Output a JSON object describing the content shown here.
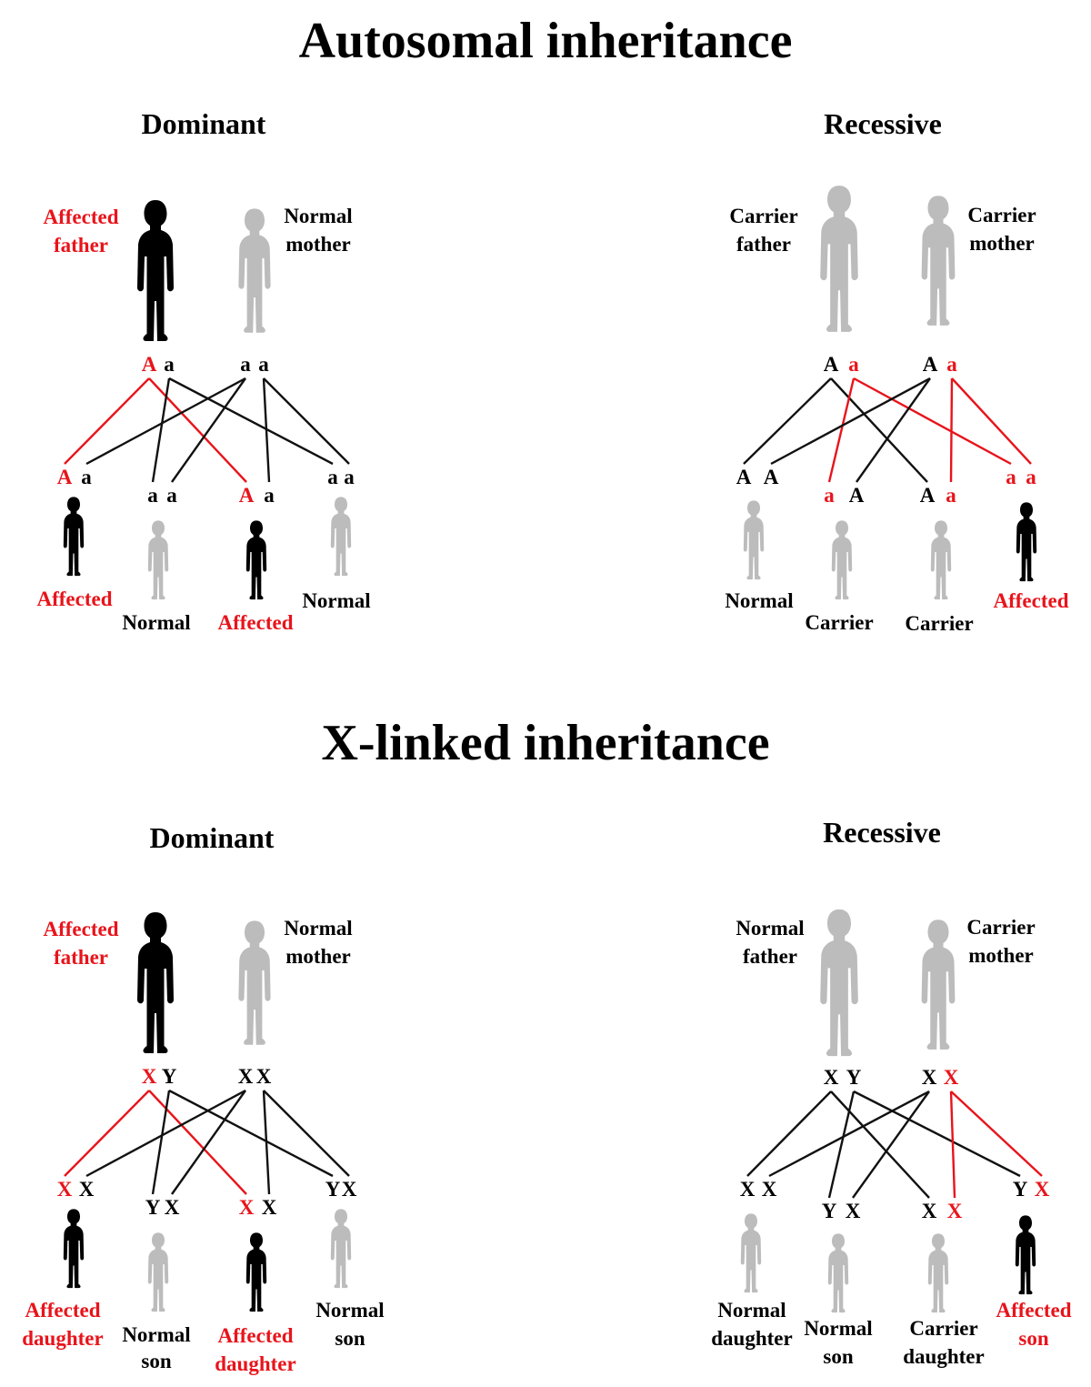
{
  "colors": {
    "affected": "#000000",
    "normal_figure": "#bcbcbc",
    "accent_red": "#e8141b",
    "text": "#000000"
  },
  "sections": [
    {
      "title": "Autosomal inheritance",
      "panels": [
        {
          "heading": "Dominant",
          "parents": [
            {
              "label": [
                "Affected",
                "father"
              ],
              "label_color": "red",
              "sex": "male",
              "affected": true,
              "alleles": [
                {
                  "text": "A",
                  "red": true
                },
                {
                  "text": "a",
                  "red": false
                }
              ]
            },
            {
              "label": [
                "Normal",
                "mother"
              ],
              "label_color": "black",
              "sex": "female",
              "affected": false,
              "alleles": [
                {
                  "text": "a",
                  "red": false
                },
                {
                  "text": "a",
                  "red": false
                }
              ]
            }
          ],
          "children": [
            {
              "alleles": [
                {
                  "text": "A",
                  "red": true
                },
                {
                  "text": "a",
                  "red": false
                }
              ],
              "affected": true,
              "label": [
                "Affected"
              ],
              "label_color": "red"
            },
            {
              "alleles": [
                {
                  "text": "a",
                  "red": false
                },
                {
                  "text": "a",
                  "red": false
                }
              ],
              "affected": false,
              "label": [
                "Normal"
              ],
              "label_color": "black"
            },
            {
              "alleles": [
                {
                  "text": "A",
                  "red": true
                },
                {
                  "text": "a",
                  "red": false
                }
              ],
              "affected": true,
              "label": [
                "Affected"
              ],
              "label_color": "red"
            },
            {
              "alleles": [
                {
                  "text": "a",
                  "red": false
                },
                {
                  "text": "a",
                  "red": false
                }
              ],
              "affected": false,
              "label": [
                "Normal"
              ],
              "label_color": "black"
            }
          ]
        },
        {
          "heading": "Recessive",
          "parents": [
            {
              "label": [
                "Carrier",
                "father"
              ],
              "label_color": "black",
              "sex": "male",
              "affected": false,
              "alleles": [
                {
                  "text": "A",
                  "red": false
                },
                {
                  "text": "a",
                  "red": true
                }
              ]
            },
            {
              "label": [
                "Carrier",
                "mother"
              ],
              "label_color": "black",
              "sex": "female",
              "affected": false,
              "alleles": [
                {
                  "text": "A",
                  "red": false
                },
                {
                  "text": "a",
                  "red": true
                }
              ]
            }
          ],
          "children": [
            {
              "alleles": [
                {
                  "text": "A",
                  "red": false
                },
                {
                  "text": "A",
                  "red": false
                }
              ],
              "affected": false,
              "label": [
                "Normal"
              ],
              "label_color": "black"
            },
            {
              "alleles": [
                {
                  "text": "a",
                  "red": true
                },
                {
                  "text": "A",
                  "red": false
                }
              ],
              "affected": false,
              "label": [
                "Carrier"
              ],
              "label_color": "black"
            },
            {
              "alleles": [
                {
                  "text": "A",
                  "red": false
                },
                {
                  "text": "a",
                  "red": true
                }
              ],
              "affected": false,
              "label": [
                "Carrier"
              ],
              "label_color": "black"
            },
            {
              "alleles": [
                {
                  "text": "a",
                  "red": true
                },
                {
                  "text": "a",
                  "red": true
                }
              ],
              "affected": true,
              "label": [
                "Affected"
              ],
              "label_color": "red"
            }
          ]
        }
      ]
    },
    {
      "title": "X-linked inheritance",
      "panels": [
        {
          "heading": "Dominant",
          "parents": [
            {
              "label": [
                "Affected",
                "father"
              ],
              "label_color": "red",
              "sex": "male",
              "affected": true,
              "alleles": [
                {
                  "text": "X",
                  "red": true
                },
                {
                  "text": "Y",
                  "red": false
                }
              ]
            },
            {
              "label": [
                "Normal",
                "mother"
              ],
              "label_color": "black",
              "sex": "female",
              "affected": false,
              "alleles": [
                {
                  "text": "X",
                  "red": false
                },
                {
                  "text": "X",
                  "red": false
                }
              ]
            }
          ],
          "children": [
            {
              "alleles": [
                {
                  "text": "X",
                  "red": true
                },
                {
                  "text": "X",
                  "red": false
                }
              ],
              "affected": true,
              "label": [
                "Affected",
                "daughter"
              ],
              "label_color": "red"
            },
            {
              "alleles": [
                {
                  "text": "Y",
                  "red": false
                },
                {
                  "text": "X",
                  "red": false
                }
              ],
              "affected": false,
              "label": [
                "Normal",
                "son"
              ],
              "label_color": "black"
            },
            {
              "alleles": [
                {
                  "text": "X",
                  "red": true
                },
                {
                  "text": "X",
                  "red": false
                }
              ],
              "affected": true,
              "label": [
                "Affected",
                "daughter"
              ],
              "label_color": "red"
            },
            {
              "alleles": [
                {
                  "text": "Y",
                  "red": false
                },
                {
                  "text": "X",
                  "red": false
                }
              ],
              "affected": false,
              "label": [
                "Normal",
                "son"
              ],
              "label_color": "black"
            }
          ]
        },
        {
          "heading": "Recessive",
          "parents": [
            {
              "label": [
                "Normal",
                "father"
              ],
              "label_color": "black",
              "sex": "male",
              "affected": false,
              "alleles": [
                {
                  "text": "X",
                  "red": false
                },
                {
                  "text": "Y",
                  "red": false
                }
              ]
            },
            {
              "label": [
                "Carrier",
                "mother"
              ],
              "label_color": "black",
              "sex": "female",
              "affected": false,
              "alleles": [
                {
                  "text": "X",
                  "red": false
                },
                {
                  "text": "X",
                  "red": true
                }
              ]
            }
          ],
          "children": [
            {
              "alleles": [
                {
                  "text": "X",
                  "red": false
                },
                {
                  "text": "X",
                  "red": false
                }
              ],
              "affected": false,
              "label": [
                "Normal",
                "daughter"
              ],
              "label_color": "black"
            },
            {
              "alleles": [
                {
                  "text": "Y",
                  "red": false
                },
                {
                  "text": "X",
                  "red": false
                }
              ],
              "affected": false,
              "label": [
                "Normal",
                "son"
              ],
              "label_color": "black"
            },
            {
              "alleles": [
                {
                  "text": "X",
                  "red": false
                },
                {
                  "text": "X",
                  "red": true
                }
              ],
              "affected": false,
              "label": [
                "Carrier",
                "daughter"
              ],
              "label_color": "black"
            },
            {
              "alleles": [
                {
                  "text": "Y",
                  "red": false
                },
                {
                  "text": "X",
                  "red": true
                }
              ],
              "affected": true,
              "label": [
                "Affected",
                "son"
              ],
              "label_color": "red"
            }
          ]
        }
      ]
    }
  ]
}
